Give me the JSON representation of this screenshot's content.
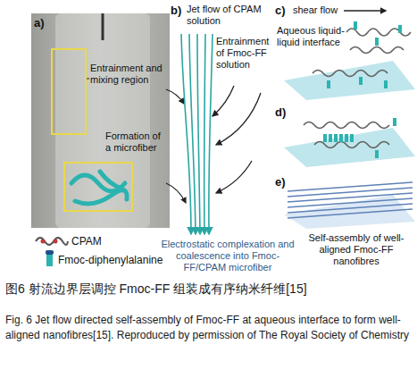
{
  "diagram": {
    "caption": "图6 射流边界层调控 Fmoc-FF 组装成有序纳米纤维[15]",
    "labels": [
      "a)",
      "Entrainment and mixing region",
      "Formation of a microfiber",
      "b)",
      "Jet flow of CPAM solution",
      "Entrainment of Fmoc-FF solution",
      "Electrostatic complexation and coalescence into Fmoc-FF/CPAM microfiber",
      "c)",
      "shear flow",
      "Aqueous liquid-liquid interface",
      "d)",
      "e)",
      "Self-assembly of well-aligned Fmoc-FF nanofibres",
      "Fig. 6 Jet flow directed self-assembly of Fmoc-FF at aqueous interface to form well-aligned nanofibres[15]. Reproduced by permission of The Royal Society of Chemistry"
    ],
    "legend": [
      {
        "text": "CPAM"
      },
      {
        "text": "Fmoc-diphenylalanine"
      }
    ]
  }
}
